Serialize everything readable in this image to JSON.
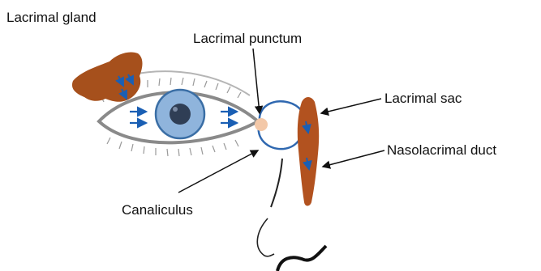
{
  "labels": {
    "lacrimal_gland": "Lacrimal gland",
    "lacrimal_punctum": "Lacrimal punctum",
    "lacrimal_sac": "Lacrimal sac",
    "nasolacrimal_duct": "Nasolacrimal duct",
    "canaliculus": "Canaliculus"
  },
  "colors": {
    "gland": "#a6501c",
    "iris": "#8fb4dc",
    "iris_edge": "#3a6ea5",
    "pupil": "#2f3e55",
    "flow_arrow": "#1a5fb4",
    "canal": "#2f68b0",
    "punctum": "#f3c8a8",
    "eye_outline": "#8a8a8a",
    "lashes": "#9a9a9a",
    "leader": "#111111"
  }
}
